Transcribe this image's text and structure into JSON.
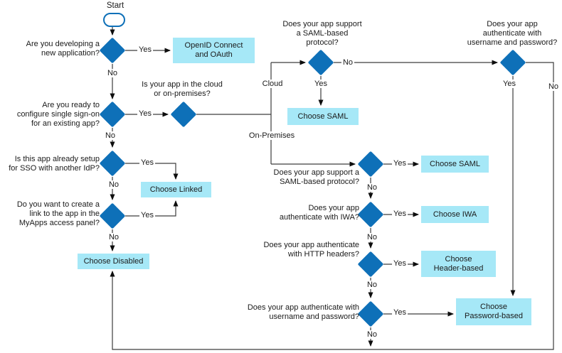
{
  "labels": {
    "start": "Start",
    "yes": "Yes",
    "no": "No",
    "cloud": "Cloud",
    "on_premises": "On-Premises"
  },
  "questions": {
    "new_app": "Are you developing a\nnew application?",
    "ready_sso": "Are you ready to\nconfigure single sign-on\nfor an existing app?",
    "cloud_or_onprem": "Is your app in the cloud\nor on-premises?",
    "saml_cloud": "Does your app support\na SAML-based\nprotocol?",
    "userpass_cloud": "Does your app\nauthenticate with\nusername and password?",
    "already_sso_idp": "Is this app already setup\nfor SSO with another IdP?",
    "myapps_link": "Do you want to create a\nlink to the app in the\nMyApps access panel?",
    "saml_onprem": "Does your app support a\nSAML-based protocol?",
    "iwa": "Does your app\nauthenticate with IWA?",
    "http_headers": "Does your app authenticate\nwith HTTP headers?",
    "userpass_onprem": "Does your app authenticate with\nusername and password?"
  },
  "outcomes": {
    "openid": "OpenID Connect\nand OAuth",
    "saml_cloud": "Choose SAML",
    "linked": "Choose Linked",
    "disabled": "Choose Disabled",
    "saml_onprem": "Choose SAML",
    "iwa": "Choose IWA",
    "header_based": "Choose\nHeader-based",
    "password_based": "Choose\nPassword-based"
  },
  "colors": {
    "diamond": "#0e70b8",
    "outcome_fill": "#a6e8f7",
    "line": "#3d3d3d",
    "arrowhead": "#0d0d0d"
  }
}
